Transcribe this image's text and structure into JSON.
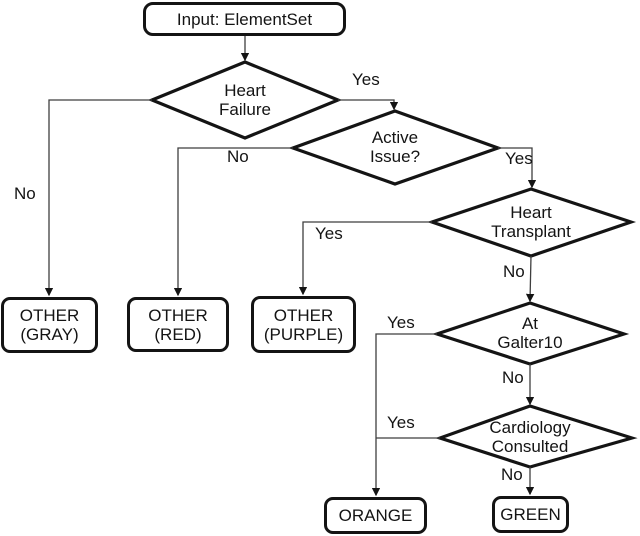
{
  "diagram": {
    "type": "flowchart",
    "nodes": {
      "input": {
        "label": "Input: ElementSet",
        "shape": "rounded-rect"
      },
      "heart_failure": {
        "label": "Heart\nFailure",
        "shape": "diamond"
      },
      "active_issue": {
        "label": "Active\nIssue?",
        "shape": "diamond"
      },
      "heart_transplant": {
        "label": "Heart\nTransplant",
        "shape": "diamond"
      },
      "at_galter10": {
        "label": "At\nGalter10",
        "shape": "diamond"
      },
      "cardiology_consulted": {
        "label": "Cardiology\nConsulted",
        "shape": "diamond"
      },
      "other_gray": {
        "label": "OTHER\n(GRAY)",
        "shape": "rounded-rect"
      },
      "other_red": {
        "label": "OTHER\n(RED)",
        "shape": "rounded-rect"
      },
      "other_purple": {
        "label": "OTHER\n(PURPLE)",
        "shape": "rounded-rect"
      },
      "orange": {
        "label": "ORANGE",
        "shape": "rounded-rect"
      },
      "green": {
        "label": "GREEN",
        "shape": "rounded-rect"
      }
    },
    "edges": [
      {
        "from": "input",
        "to": "heart_failure",
        "label": ""
      },
      {
        "from": "heart_failure",
        "to": "active_issue",
        "label": "Yes"
      },
      {
        "from": "heart_failure",
        "to": "other_gray",
        "label": "No"
      },
      {
        "from": "active_issue",
        "to": "heart_transplant",
        "label": "Yes"
      },
      {
        "from": "active_issue",
        "to": "other_red",
        "label": "No"
      },
      {
        "from": "heart_transplant",
        "to": "other_purple",
        "label": "Yes"
      },
      {
        "from": "heart_transplant",
        "to": "at_galter10",
        "label": "No"
      },
      {
        "from": "at_galter10",
        "to": "orange",
        "label": "Yes"
      },
      {
        "from": "at_galter10",
        "to": "cardiology_consulted",
        "label": "No"
      },
      {
        "from": "cardiology_consulted",
        "to": "orange",
        "label": "Yes"
      },
      {
        "from": "cardiology_consulted",
        "to": "green",
        "label": "No"
      }
    ],
    "colors": {
      "shape_border": "#141414",
      "connector_line": "#3f3f3f",
      "text": "#141414",
      "background": "#ffffff"
    }
  }
}
